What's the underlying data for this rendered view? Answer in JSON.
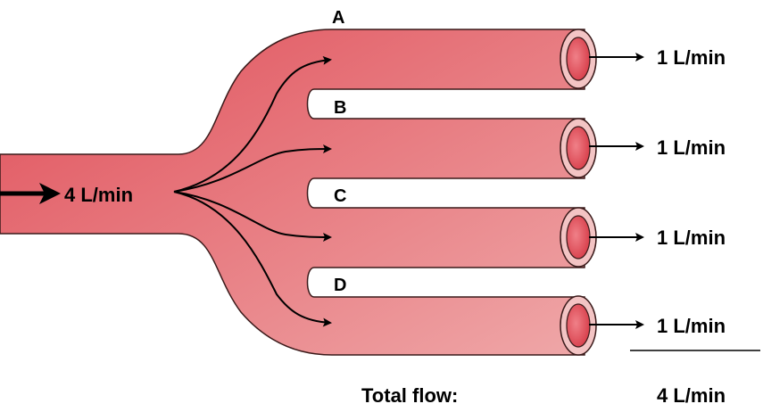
{
  "branches": [
    {
      "letter": "A",
      "flow_label": "1 L/min"
    },
    {
      "letter": "B",
      "flow_label": "1 L/min"
    },
    {
      "letter": "C",
      "flow_label": "1 L/min"
    },
    {
      "letter": "D",
      "flow_label": "1 L/min"
    }
  ],
  "inlet": {
    "flow_label": "4 L/min"
  },
  "total": {
    "label": "Total flow:",
    "value": "4 L/min"
  },
  "colors": {
    "vessel_dark": "#e0505a",
    "vessel_light": "#efa7a8",
    "lumen": "#e8555f",
    "outline": "#3a1a1a",
    "arrow": "#000000"
  }
}
